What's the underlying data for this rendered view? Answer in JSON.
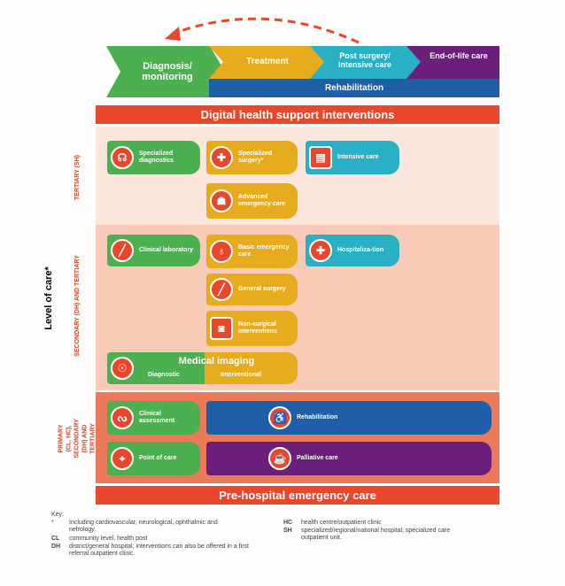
{
  "top": {
    "stages": [
      {
        "label": "Diagnosis/ monitoring"
      },
      {
        "label": "Treatment"
      },
      {
        "label": "Post surgery/ intensive care"
      },
      {
        "label": "End-of-life care"
      }
    ],
    "rehab_bar": "Rehabilitation"
  },
  "banners": {
    "digital": "Digital health support interventions",
    "prehospital": "Pre-hospital emergency care"
  },
  "y_axis_label": "Level of care*",
  "tiers": {
    "tertiary": "TERTIARY (SH)",
    "secondary": "SECONDARY (DH) AND TERTIARY",
    "primary": "PRIMARY (CL, HC), SECONDARY (DH) AND TERTIARY"
  },
  "cards": {
    "specialized_diagnostics": "Specialized diagnostics",
    "specialized_surgery": "Specialized surgery*",
    "intensive_care": "Intensive care",
    "advanced_emergency": "Advanced emergency care",
    "clinical_laboratory": "Clinical laboratory",
    "basic_emergency": "Basic emergency care",
    "hospitalization": "Hospitaliza-tion",
    "general_surgery": "General surgery",
    "non_surgical": "Non-surgical interventions",
    "medical_imaging": "Medical imaging",
    "imaging_diagnostic": "Diagnostic",
    "imaging_interventional": "Interventional",
    "clinical_assessment": "Clinical assessment",
    "rehabilitation": "Rehabilitation",
    "point_of_care": "Point of care",
    "palliative_care": "Palliative care"
  },
  "key": {
    "title": "Key:",
    "star_sym": "*",
    "star_text": "Including cardiovascular, neurological, ophthalmic and nefrology.",
    "cl_sym": "CL",
    "cl_text": "community level, health post",
    "dh_sym": "DH",
    "dh_text": "district/general hospital; interventions can also be offered in a first referral outpatient clinic.",
    "hc_sym": "HC",
    "hc_text": "health centre/outpatient clinic",
    "sh_sym": "SH",
    "sh_text": "specialized/regional/national hospital; specialized care outpatient unit."
  },
  "colors": {
    "orange": "#e8472b",
    "green": "#4caf50",
    "yellow": "#e6ac1e",
    "teal": "#2ab0c4",
    "blue": "#1f5fa8",
    "purple": "#6b1f7b"
  }
}
